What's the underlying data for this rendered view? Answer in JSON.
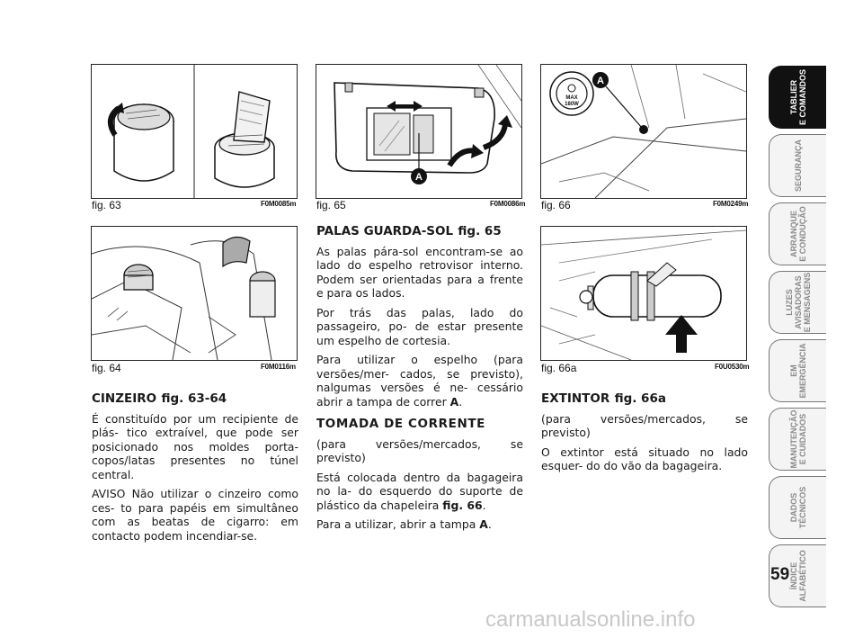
{
  "figures": {
    "fig63": {
      "caption": "fig. 63",
      "code": "F0M0085m"
    },
    "fig64": {
      "caption": "fig. 64",
      "code": "F0M0116m"
    },
    "fig65": {
      "caption": "fig. 65",
      "code": "F0M0086m",
      "callout": "A"
    },
    "fig66": {
      "caption": "fig. 66",
      "code": "F0M0249m",
      "callout": "A",
      "socket_label_1": "MAX",
      "socket_label_2": "180W"
    },
    "fig66a": {
      "caption": "fig. 66a",
      "code": "F0U0530m"
    }
  },
  "col1": {
    "heading": "CINZEIRO",
    "heading_ref": "fig. 63-64",
    "p1": "É constituído por um recipiente de plás- tico extraível, que pode ser posicionado nos moldes porta-copos/latas presentes no túnel central.",
    "p2": "AVISO Não utilizar o cinzeiro como ces- to para papéis em simultâneo com as beatas de cigarro: em contacto podem incendiar-se."
  },
  "col2": {
    "heading": "PALAS GUARDA-SOL",
    "heading_ref": "fig. 65",
    "p1": "As palas pára-sol encontram-se ao lado do espelho retrovisor interno. Podem ser orientadas para a frente e para os lados.",
    "p2": "Por trás das palas, lado do passageiro, po- de estar presente um espelho de cortesia.",
    "p3_a": "Para utilizar o espelho (para versões/mer- cados, se previsto), nalgumas versões é ne- cessário abrir a tampa de correr ",
    "p3_b": "A",
    "p3_c": ".",
    "heading2": "TOMADA DE CORRENTE",
    "sub2": "(para versões/mercados, se previsto)",
    "p4_a": "Está colocada dentro da bagageira no la- do esquerdo do suporte de plástico da chapeleira ",
    "p4_b": "fig. 66",
    "p4_c": ".",
    "p5_a": "Para a utilizar, abrir a tampa ",
    "p5_b": "A",
    "p5_c": "."
  },
  "col3": {
    "heading": "EXTINTOR",
    "heading_ref": "fig. 66a",
    "sub": "(para versões/mercados, se previsto)",
    "p1": "O extintor está situado no lado esquer- do do vão da bagageira."
  },
  "tabs": [
    {
      "label": "TABLIER\nE COMANDOS",
      "active": true
    },
    {
      "label": "SEGURANÇA",
      "active": false
    },
    {
      "label": "ARRANQUE\nE CONDUÇÃO",
      "active": false
    },
    {
      "label": "LUZES\nAVISADORAS\nE MENSAGENS",
      "active": false
    },
    {
      "label": "EM\nEMERGÊNCIA",
      "active": false
    },
    {
      "label": "MANUTENÇÃO\nE CUIDADOS",
      "active": false
    },
    {
      "label": "DADOS\nTÉCNICOS",
      "active": false
    },
    {
      "label": "ÍNDICE\nALFABÉTICO",
      "active": false
    }
  ],
  "page_number": "59",
  "watermark": "carmanualsonline.info"
}
